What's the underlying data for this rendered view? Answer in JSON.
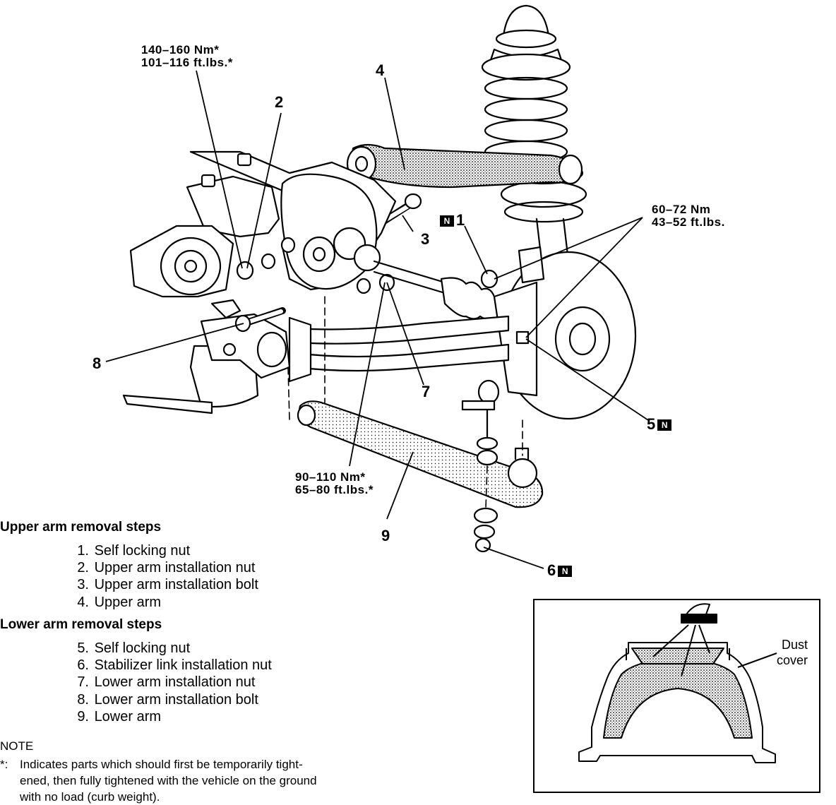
{
  "torques": {
    "upper_arm_nut": {
      "nm": "140–160 Nm*",
      "ftlbs": "101–116 ft.lbs.*"
    },
    "self_locking_nuts": {
      "nm": "60–72 Nm",
      "ftlbs": "43–52 ft.lbs."
    },
    "lower_arm_nut": {
      "nm": "90–110 Nm*",
      "ftlbs": "65–80 ft.lbs.*"
    }
  },
  "callouts": {
    "c1": "1",
    "c2": "2",
    "c3": "3",
    "c4": "4",
    "c5": "5",
    "c6": "6",
    "c7": "7",
    "c8": "8",
    "c9": "9",
    "new_part_mark": "N"
  },
  "upper_steps": {
    "heading": "Upper arm removal steps",
    "items": [
      {
        "num": "1.",
        "text": "Self locking nut"
      },
      {
        "num": "2.",
        "text": "Upper arm installation nut"
      },
      {
        "num": "3.",
        "text": "Upper arm installation bolt"
      },
      {
        "num": "4.",
        "text": "Upper arm"
      }
    ]
  },
  "lower_steps": {
    "heading": "Lower arm removal steps",
    "items": [
      {
        "num": "5.",
        "text": "Self locking nut"
      },
      {
        "num": "6.",
        "text": "Stabilizer link installation nut"
      },
      {
        "num": "7.",
        "text": "Lower arm installation nut"
      },
      {
        "num": "8.",
        "text": "Lower arm installation bolt"
      },
      {
        "num": "9.",
        "text": "Lower arm"
      }
    ]
  },
  "note": {
    "heading": "NOTE",
    "marker": "*:",
    "line1": "Indicates parts which should first be temporarily tight-",
    "line2": "ened, then fully tightened with the vehicle on the ground",
    "line3": "with no load (curb weight)."
  },
  "inset": {
    "dust_label_1": "Dust",
    "dust_label_2": "cover"
  }
}
